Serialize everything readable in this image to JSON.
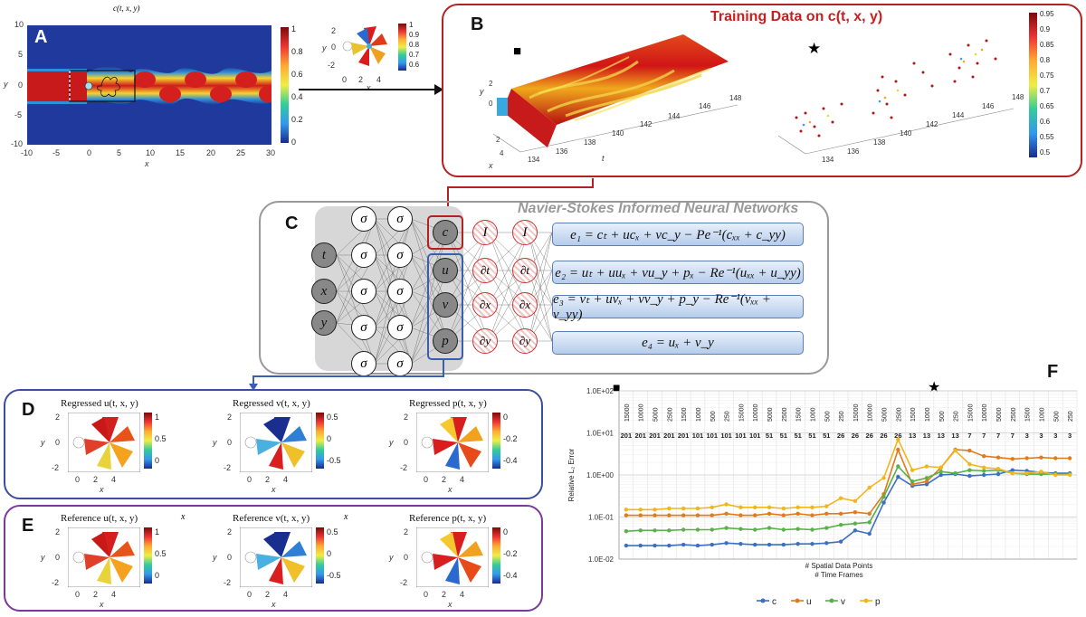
{
  "panel_a": {
    "letter": "A",
    "title": "c(t, x, y)",
    "y_ticks": [
      "10",
      "5",
      "0",
      "-5",
      "-10"
    ],
    "x_ticks": [
      "-10",
      "-5",
      "0",
      "5",
      "10",
      "15",
      "20",
      "25",
      "30"
    ],
    "ylabel": "y",
    "xlabel": "x",
    "cbar_ticks": [
      "1",
      "0.8",
      "0.6",
      "0.4",
      "0.2",
      "0"
    ]
  },
  "inset": {
    "y_ticks": [
      "2",
      "0",
      "-2"
    ],
    "x_ticks": [
      "0",
      "2",
      "4"
    ],
    "ylabel": "y",
    "xlabel": "x",
    "cbar_ticks": [
      "1",
      "0.9",
      "0.8",
      "0.7",
      "0.6"
    ]
  },
  "panel_b": {
    "letter": "B",
    "title": "Training Data on c(t, x, y)",
    "marker_square": "■",
    "marker_star": "★",
    "left_t_ticks": [
      "134",
      "136",
      "138",
      "140",
      "142",
      "144",
      "146",
      "148"
    ],
    "right_t_ticks": [
      "134",
      "136",
      "138",
      "140",
      "142",
      "144",
      "146",
      "148"
    ],
    "x_ticks": [
      "2",
      "4"
    ],
    "y_ticks": [
      "2",
      "0"
    ],
    "tlabel": "t",
    "xlabel": "x",
    "ylabel": "y",
    "cbar_ticks": [
      "0.95",
      "0.9",
      "0.85",
      "0.8",
      "0.75",
      "0.7",
      "0.65",
      "0.6",
      "0.55",
      "0.5"
    ]
  },
  "panel_c": {
    "letter": "C",
    "title": "Navier-Stokes Informed Neural Networks",
    "inputs": [
      "t",
      "x",
      "y"
    ],
    "hidden": "σ",
    "outputs": [
      "c",
      "u",
      "v",
      "p"
    ],
    "op_col1": [
      "I",
      "∂t",
      "∂x",
      "∂y"
    ],
    "op_col2": [
      "I",
      "∂t",
      "∂x",
      "∂y"
    ],
    "equations": [
      "e₁ = cₜ + ucₓ + vc_y − Pe⁻¹(cₓₓ + c_yy)",
      "e₂ = uₜ + uuₓ + vu_y + pₓ − Re⁻¹(uₓₓ + u_yy)",
      "e₃ = vₜ + uvₓ + vv_y + p_y − Re⁻¹(vₓₓ + v_yy)",
      "e₄ = uₓ + v_y"
    ]
  },
  "panel_d": {
    "letter": "D",
    "titles": [
      "Regressed u(t, x, y)",
      "Regressed v(t, x, y)",
      "Regressed p(t, x, y)"
    ],
    "cbars": [
      [
        "1",
        "0.5",
        "0"
      ],
      [
        "0.5",
        "0",
        "-0.5"
      ],
      [
        "0",
        "-0.2",
        "-0.4"
      ]
    ],
    "y_ticks": [
      "2",
      "0",
      "-2"
    ],
    "x_ticks": [
      "0",
      "2",
      "4"
    ],
    "xlabel": "x",
    "ylabel": "y"
  },
  "panel_e": {
    "letter": "E",
    "titles": [
      "Reference u(t, x, y)",
      "Reference v(t, x, y)",
      "Reference p(t, x, y)"
    ],
    "cbars": [
      [
        "1",
        "0.5",
        "0"
      ],
      [
        "0.5",
        "0",
        "-0.5"
      ],
      [
        "0",
        "-0.2",
        "-0.4"
      ]
    ],
    "y_ticks": [
      "2",
      "0",
      "-2"
    ],
    "x_ticks": [
      "0",
      "2",
      "4"
    ],
    "xlabel": "x",
    "ylabel": "y",
    "stray_x": "x"
  },
  "panel_f": {
    "letter": "F",
    "marker_square": "■",
    "marker_star": "★",
    "spatial_labels": [
      "15000",
      "10000",
      "5000",
      "2500",
      "1500",
      "1000",
      "500",
      "250",
      "15000",
      "10000",
      "5000",
      "2500",
      "1500",
      "1000",
      "500",
      "250",
      "15000",
      "10000",
      "5000",
      "2500",
      "1500",
      "1000",
      "500",
      "250",
      "15000",
      "10000",
      "5000",
      "2500",
      "1500",
      "1000",
      "500",
      "250"
    ],
    "time_labels": [
      "201",
      "201",
      "201",
      "201",
      "201",
      "101",
      "101",
      "101",
      "101",
      "101",
      "51",
      "51",
      "51",
      "51",
      "51",
      "26",
      "26",
      "26",
      "26",
      "26",
      "13",
      "13",
      "13",
      "13",
      "7",
      "7",
      "7",
      "7",
      "3",
      "3",
      "3",
      "3"
    ],
    "xlabel1": "# Spatial Data Points",
    "xlabel2": "# Time Frames"
  },
  "chart_data": {
    "type": "line",
    "ylabel": "Relative L₂ Error",
    "yscale": "log",
    "ylim": [
      0.01,
      100
    ],
    "y_ticks": [
      "1.0E+02",
      "1.0E+01",
      "1.0E+00",
      "1.0E-01",
      "1.0E-02"
    ],
    "x": [
      1,
      2,
      3,
      4,
      5,
      6,
      7,
      8,
      9,
      10,
      11,
      12,
      13,
      14,
      15,
      16,
      17,
      18,
      19,
      20,
      21,
      22,
      23,
      24,
      25,
      26,
      27,
      28,
      29,
      30,
      31,
      32
    ],
    "legend": [
      "c",
      "u",
      "v",
      "p"
    ],
    "legend_position": "bottom",
    "grid": true,
    "series": [
      {
        "name": "c",
        "color": "#3b6fc4",
        "values": [
          0.021,
          0.021,
          0.021,
          0.021,
          0.022,
          0.021,
          0.022,
          0.024,
          0.023,
          0.022,
          0.022,
          0.022,
          0.023,
          0.023,
          0.024,
          0.026,
          0.048,
          0.04,
          0.22,
          0.9,
          0.55,
          0.6,
          1.0,
          1.05,
          0.95,
          1.0,
          1.05,
          1.3,
          1.25,
          1.15,
          1.1,
          1.1
        ]
      },
      {
        "name": "u",
        "color": "#e07a1f",
        "values": [
          0.11,
          0.11,
          0.11,
          0.11,
          0.11,
          0.11,
          0.11,
          0.12,
          0.11,
          0.11,
          0.12,
          0.11,
          0.12,
          0.11,
          0.12,
          0.12,
          0.13,
          0.12,
          0.35,
          4.0,
          0.6,
          0.7,
          1.5,
          4.0,
          3.8,
          2.8,
          2.6,
          2.4,
          2.5,
          2.6,
          2.5,
          2.5
        ]
      },
      {
        "name": "v",
        "color": "#5ab04a",
        "values": [
          0.046,
          0.048,
          0.048,
          0.048,
          0.05,
          0.05,
          0.05,
          0.055,
          0.052,
          0.05,
          0.055,
          0.05,
          0.052,
          0.05,
          0.055,
          0.065,
          0.07,
          0.075,
          0.3,
          1.6,
          0.7,
          0.85,
          1.2,
          1.1,
          1.3,
          1.25,
          1.3,
          1.1,
          1.05,
          1.05,
          1.05,
          1.05
        ]
      },
      {
        "name": "p",
        "color": "#f2b51c",
        "values": [
          0.15,
          0.15,
          0.15,
          0.16,
          0.16,
          0.16,
          0.17,
          0.2,
          0.17,
          0.17,
          0.17,
          0.16,
          0.17,
          0.17,
          0.18,
          0.28,
          0.24,
          0.5,
          0.85,
          7.0,
          1.3,
          1.6,
          1.5,
          3.8,
          1.8,
          1.5,
          1.4,
          1.1,
          1.1,
          1.2,
          1.0,
          1.0
        ]
      }
    ]
  }
}
